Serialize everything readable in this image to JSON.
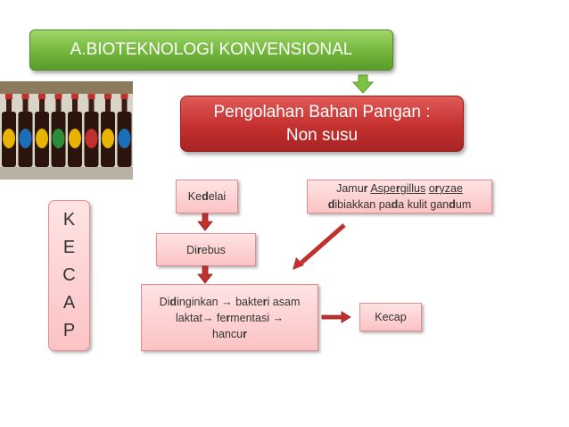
{
  "title": "A.BIOTEKNOLOGI KONVENSIONAL",
  "subtitle": {
    "line1": "Pengolahan Bahan Pangan :",
    "line2": "Non susu"
  },
  "vertical_word": [
    "K",
    "E",
    "C",
    "A",
    "P"
  ],
  "boxes": {
    "kedelai": [
      "Ke",
      "d",
      "elai"
    ],
    "jamur": {
      "line1": [
        "Jamu",
        "r",
        " ",
        "Aspe",
        "r",
        "gillus",
        " ",
        "o",
        "r",
        "yzae"
      ],
      "line2": [
        "d",
        "ibiakkan pa",
        "d",
        "a kulit gan",
        "d",
        "um"
      ]
    },
    "direbus": [
      "Di",
      "r",
      "ebus"
    ],
    "didinginkan": {
      "line1": [
        "Di",
        "d",
        "inginkan ",
        "→",
        " bakte",
        "r",
        "i asam"
      ],
      "line2": [
        "laktat",
        "→",
        "  fe",
        "r",
        "mentasi ",
        "→"
      ],
      "line3": [
        "hancu",
        "r"
      ]
    },
    "kecap": "Kecap"
  },
  "colors": {
    "title_green": "#6fb33a",
    "subtitle_red": "#c4302f",
    "box_pink": "#fbc3c4",
    "arrow_red": "#c0302e",
    "arrow_green": "#7cc243"
  }
}
